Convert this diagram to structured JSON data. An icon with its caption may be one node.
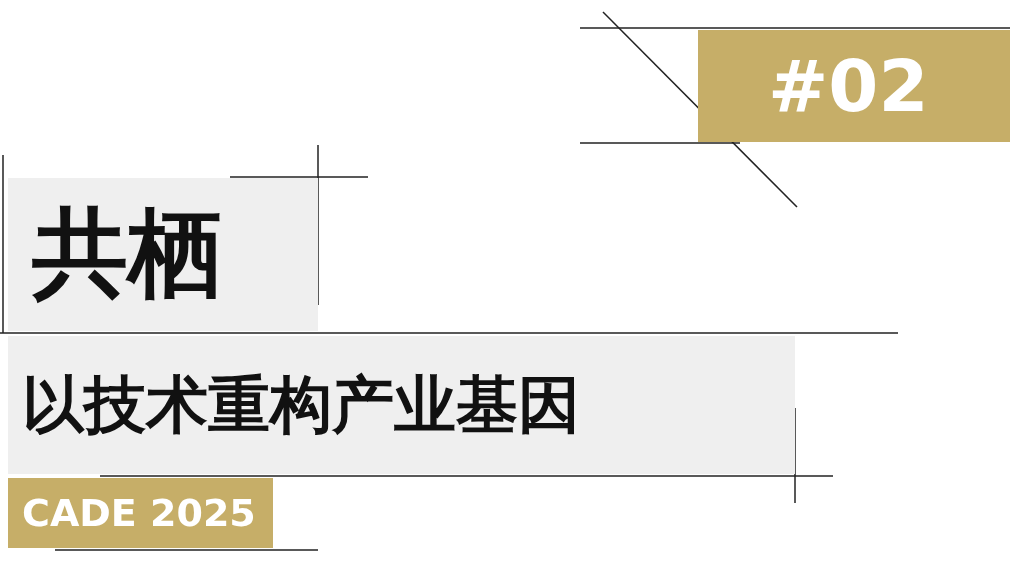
{
  "diagram": {
    "nodes": [
      {
        "text": [
          "#02"
        ]
      },
      {
        "text": [
          "共栖"
        ]
      },
      {
        "text": [
          "以技术重构产业基因"
        ]
      },
      {
        "text": [
          "CADE 2025"
        ]
      }
    ]
  }
}
